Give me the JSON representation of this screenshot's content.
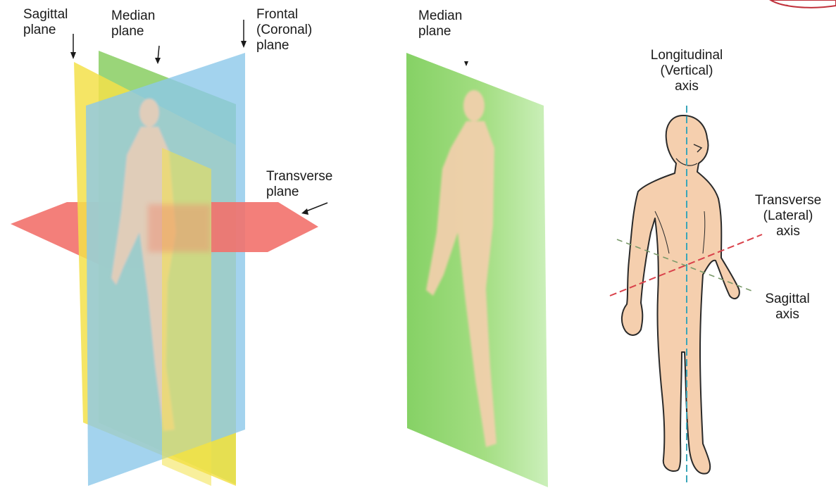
{
  "labels": {
    "sagittal_plane": [
      "Sagittal",
      "plane"
    ],
    "median_plane_left": [
      "Median",
      "plane"
    ],
    "frontal_plane": [
      "Frontal",
      "(Coronal)",
      "plane"
    ],
    "transverse_plane": [
      "Transverse",
      "plane"
    ],
    "median_plane_middle": [
      "Median",
      "plane"
    ],
    "longitudinal_axis": [
      "Longitudinal",
      "(Vertical)",
      "axis"
    ],
    "transverse_axis": [
      "Transverse",
      "(Lateral)",
      "axis"
    ],
    "sagittal_axis": [
      "Sagittal",
      "axis"
    ]
  },
  "colors": {
    "sagittal_plane": "#f3e14a",
    "median_plane": "#8fd06a",
    "frontal_plane": "#8cc8ea",
    "transverse_plane": "#f2716c",
    "skin": "#f5cfae",
    "outline": "#2a2a2a",
    "longitudinal_axis_line": "#3aa6b9",
    "transverse_axis_line": "#d9414a",
    "sagittal_axis_line": "#7a9a6a"
  }
}
